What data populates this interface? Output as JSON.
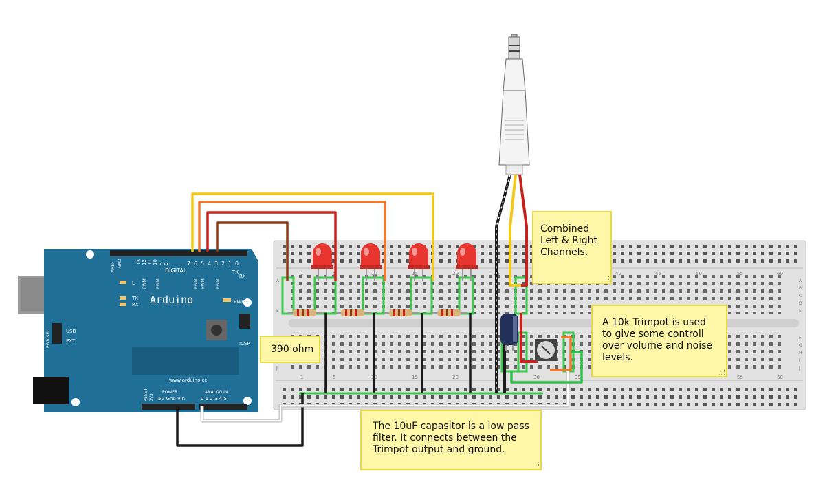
{
  "arduino": {
    "brand": "Arduino",
    "url": "www.arduino.cc",
    "digital_header": "DIGITAL",
    "digital_pins": [
      "7",
      "6",
      "5",
      "4",
      "3",
      "2",
      "1",
      "0"
    ],
    "digital_pins_upper": [
      "13",
      "12",
      "11",
      "10",
      "9",
      "8"
    ],
    "aref": "AREF",
    "gnd": "GND",
    "tx": "TX",
    "rx": "RX",
    "pwm": "PWM",
    "led_l": "L",
    "led_pwr": "PWR",
    "icsp": "ICSP",
    "usb": "USB",
    "ext": "EXT",
    "pwr_sel": "PWR SEL",
    "reset": "RESET",
    "v3": "3V3",
    "power": "POWER",
    "power_pins": "5V Gnd Vin",
    "analog_in": "ANALOG IN",
    "analog_pins": "0 1 2 3 4 5"
  },
  "breadboard": {
    "column_numbers": [
      "1",
      "5",
      "10",
      "15",
      "20",
      "25",
      "30",
      "35",
      "40",
      "45",
      "50",
      "55",
      "60"
    ],
    "row_letters_top": [
      "A",
      "B",
      "C",
      "D",
      "E"
    ],
    "row_letters_bottom": [
      "F",
      "G",
      "H",
      "I",
      "J"
    ]
  },
  "notes": {
    "channels": [
      "Combined",
      "Left & Right",
      "Channels."
    ],
    "resistor": [
      "390 ohm"
    ],
    "trimpot": [
      "A 10k Trimpot is used",
      "to give some controll",
      "over volume and noise",
      "levels."
    ],
    "capacitor": [
      "The 10uF capasitor is a low pass",
      "filter.  It connects between the",
      "Trimpot output and ground."
    ]
  },
  "colors": {
    "board": "#1f6f96",
    "breadboard": "#e2e2e2",
    "led": "#e8352f",
    "wire_yellow": "#f2c81a",
    "wire_orange": "#ef7a2e",
    "wire_red": "#c8201b",
    "wire_brown": "#8a3b12",
    "wire_black": "#1a1a1a",
    "wire_green": "#2fbf4a",
    "note_fill": "#fff7a8"
  }
}
